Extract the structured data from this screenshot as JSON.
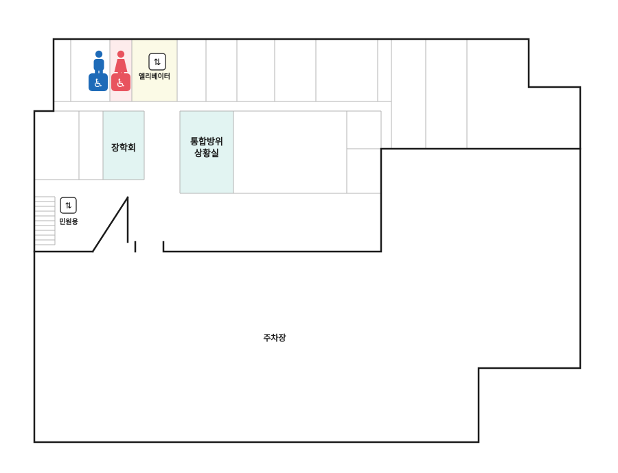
{
  "labels": {
    "elevator": "엘리베이터",
    "civil_elevator": "민원용",
    "scholarship_room": "장학회",
    "defense_room_line1": "통합방위",
    "defense_room_line2": "상황실",
    "parking": "주차장"
  },
  "icons": {
    "elevator_symbol": "⇅",
    "wheelchair_symbol": "♿"
  },
  "colors": {
    "wall": "#1a1a1a",
    "thin_wall": "#b3b3b3",
    "male_blue": "#1e6bb8",
    "female_red": "#e8535e",
    "room_highlight": "#e2f4f2",
    "elevator_block": "#fbfae6",
    "female_block": "#fdecec"
  }
}
